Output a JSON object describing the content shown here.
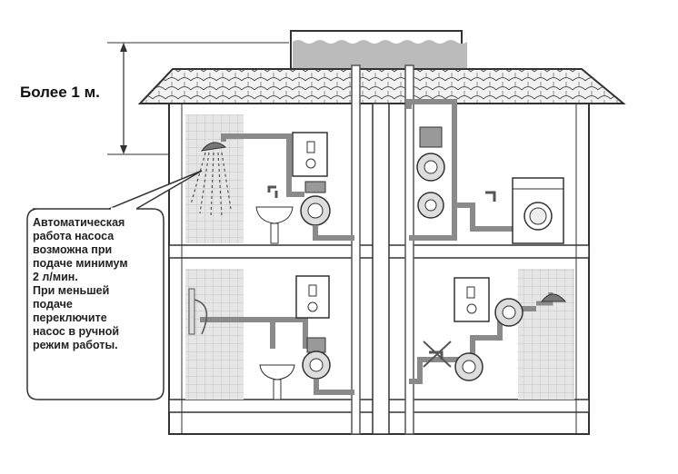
{
  "height_label": "Более 1 м.",
  "note": {
    "lines": [
      "Автоматическая",
      "работа насоса",
      "возможна при",
      "подаче минимум",
      "2 л/мин.",
      "При меньшей",
      "подаче",
      "переключите",
      "насос в ручной",
      "режим работы."
    ]
  },
  "colors": {
    "pipe": "#8a8a8a",
    "pipe_dark": "#6e6e6e",
    "tile": "#dcdcdc",
    "outline": "#333333",
    "tank_water": "#b9b9b9"
  }
}
